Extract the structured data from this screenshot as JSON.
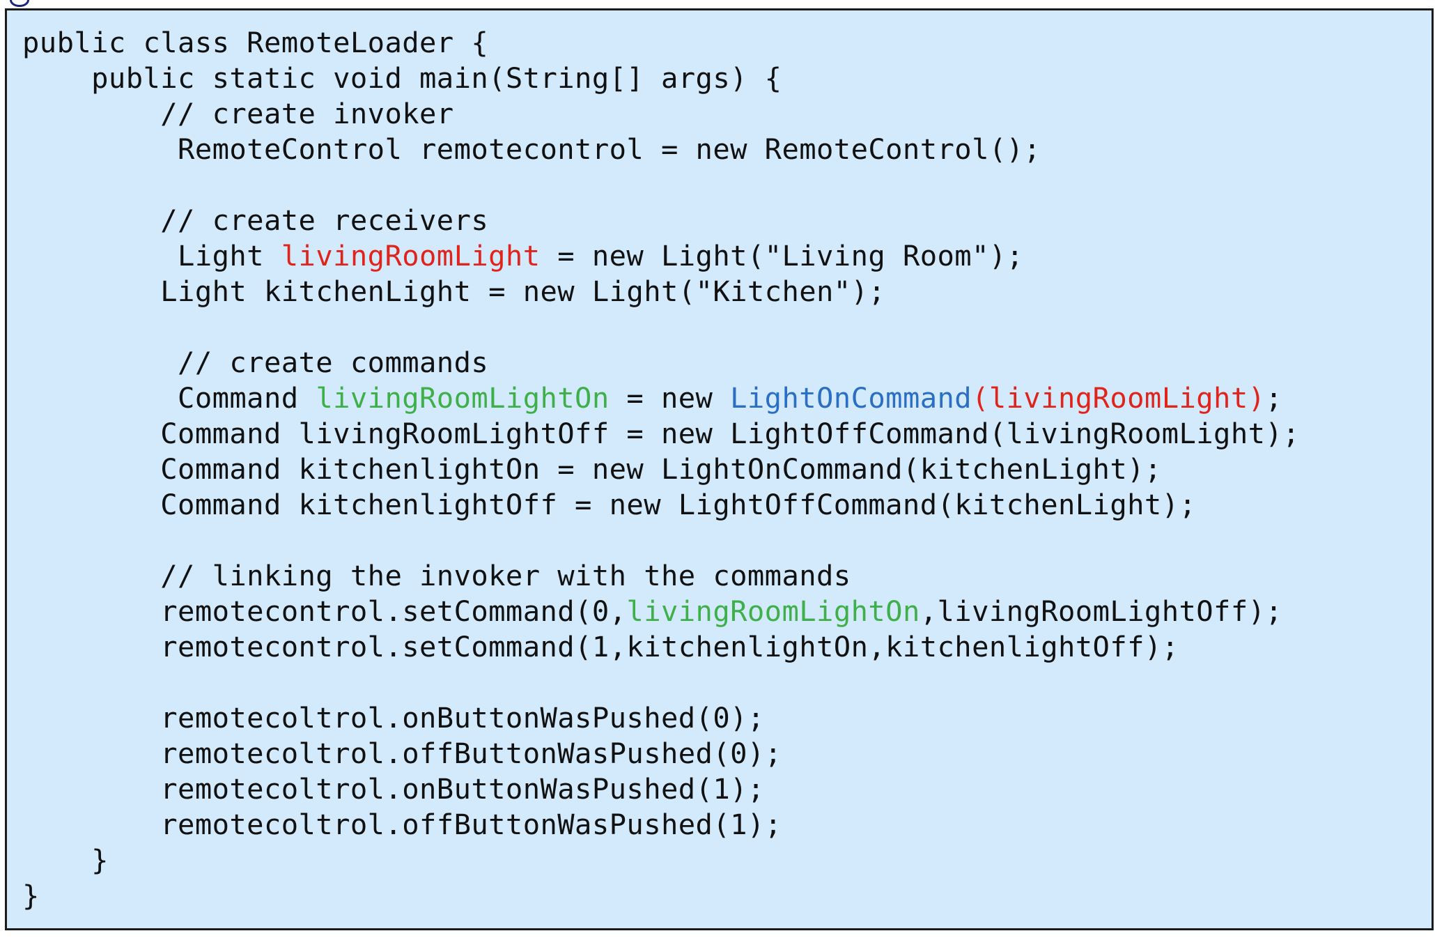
{
  "colors": {
    "panel_background": "#d3eafc",
    "panel_border": "#1b1b1b",
    "default_text": "#111111",
    "highlight_red": "#e0241b",
    "highlight_green": "#3faf4a",
    "highlight_blue": "#2a6fc4"
  },
  "code": {
    "language": "java",
    "lines": [
      [
        {
          "text": "public class RemoteLoader {"
        }
      ],
      [
        {
          "text": "    public static void main(String[] args) {"
        }
      ],
      [
        {
          "text": "        // create invoker"
        }
      ],
      [
        {
          "text": "         RemoteControl remotecontrol = new RemoteControl();"
        }
      ],
      [
        {
          "text": ""
        }
      ],
      [
        {
          "text": "        // create receivers"
        }
      ],
      [
        {
          "text": "         Light "
        },
        {
          "text": "livingRoomLight",
          "color": "#e0241b"
        },
        {
          "text": " = new Light(\"Living Room\");"
        }
      ],
      [
        {
          "text": "        Light kitchenLight = new Light(\"Kitchen\");"
        }
      ],
      [
        {
          "text": ""
        }
      ],
      [
        {
          "text": "         // create commands"
        }
      ],
      [
        {
          "text": "         Command "
        },
        {
          "text": "livingRoomLightOn",
          "color": "#3faf4a"
        },
        {
          "text": " = new "
        },
        {
          "text": "LightOnCommand",
          "color": "#2a6fc4"
        },
        {
          "text": "(livingRoomLight)",
          "color": "#e0241b"
        },
        {
          "text": ";"
        }
      ],
      [
        {
          "text": "        Command livingRoomLightOff = new LightOffCommand(livingRoomLight);"
        }
      ],
      [
        {
          "text": "        Command kitchenlightOn = new LightOnCommand(kitchenLight);"
        }
      ],
      [
        {
          "text": "        Command kitchenlightOff = new LightOffCommand(kitchenLight);"
        }
      ],
      [
        {
          "text": ""
        }
      ],
      [
        {
          "text": "        // linking the invoker with the commands"
        }
      ],
      [
        {
          "text": "        remotecontrol.setCommand(0,"
        },
        {
          "text": "livingRoomLightOn",
          "color": "#3faf4a"
        },
        {
          "text": ",livingRoomLightOff);"
        }
      ],
      [
        {
          "text": "        remotecontrol.setCommand(1,kitchenlightOn,kitchenlightOff);"
        }
      ],
      [
        {
          "text": ""
        }
      ],
      [
        {
          "text": "        remotecoltrol.onButtonWasPushed(0);"
        }
      ],
      [
        {
          "text": "        remotecoltrol.offButtonWasPushed(0);"
        }
      ],
      [
        {
          "text": "        remotecoltrol.onButtonWasPushed(1);"
        }
      ],
      [
        {
          "text": "        remotecoltrol.offButtonWasPushed(1);"
        }
      ],
      [
        {
          "text": "    }"
        }
      ],
      [
        {
          "text": "}"
        }
      ]
    ]
  }
}
